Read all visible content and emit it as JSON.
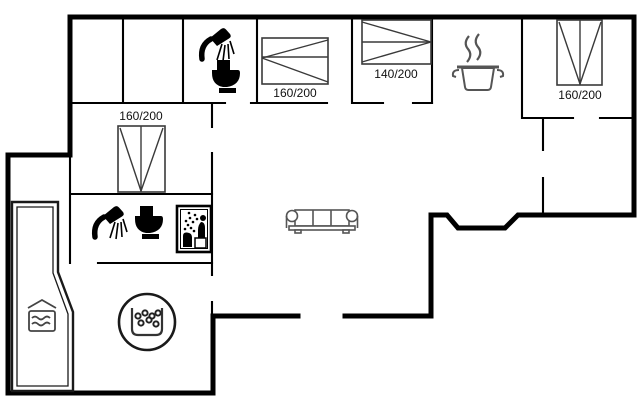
{
  "plan": {
    "kind": "floor-plan",
    "background_color": "#ffffff",
    "wall_color": "#000000",
    "furniture_color": "#3a3a3a",
    "label_color": "#111111"
  },
  "beds": [
    {
      "id": "bed-top-left",
      "label": "160/200"
    },
    {
      "id": "bed-top-middle",
      "label": "140/200"
    },
    {
      "id": "bed-top-right",
      "label": "160/200"
    },
    {
      "id": "bed-left",
      "label": "160/200"
    }
  ],
  "icons": [
    {
      "name": "shower-icon",
      "meaning": "shower"
    },
    {
      "name": "toilet-icon",
      "meaning": "toilet"
    },
    {
      "name": "sauna-icon",
      "meaning": "sauna"
    },
    {
      "name": "cooking-pot-icon",
      "meaning": "kitchen cooking pot with steam"
    },
    {
      "name": "sofa-icon",
      "meaning": "sofa"
    },
    {
      "name": "swimming-pool-icon",
      "meaning": "swimming pool water"
    },
    {
      "name": "whirlpool-icon",
      "meaning": "whirlpool with bubbles"
    }
  ]
}
